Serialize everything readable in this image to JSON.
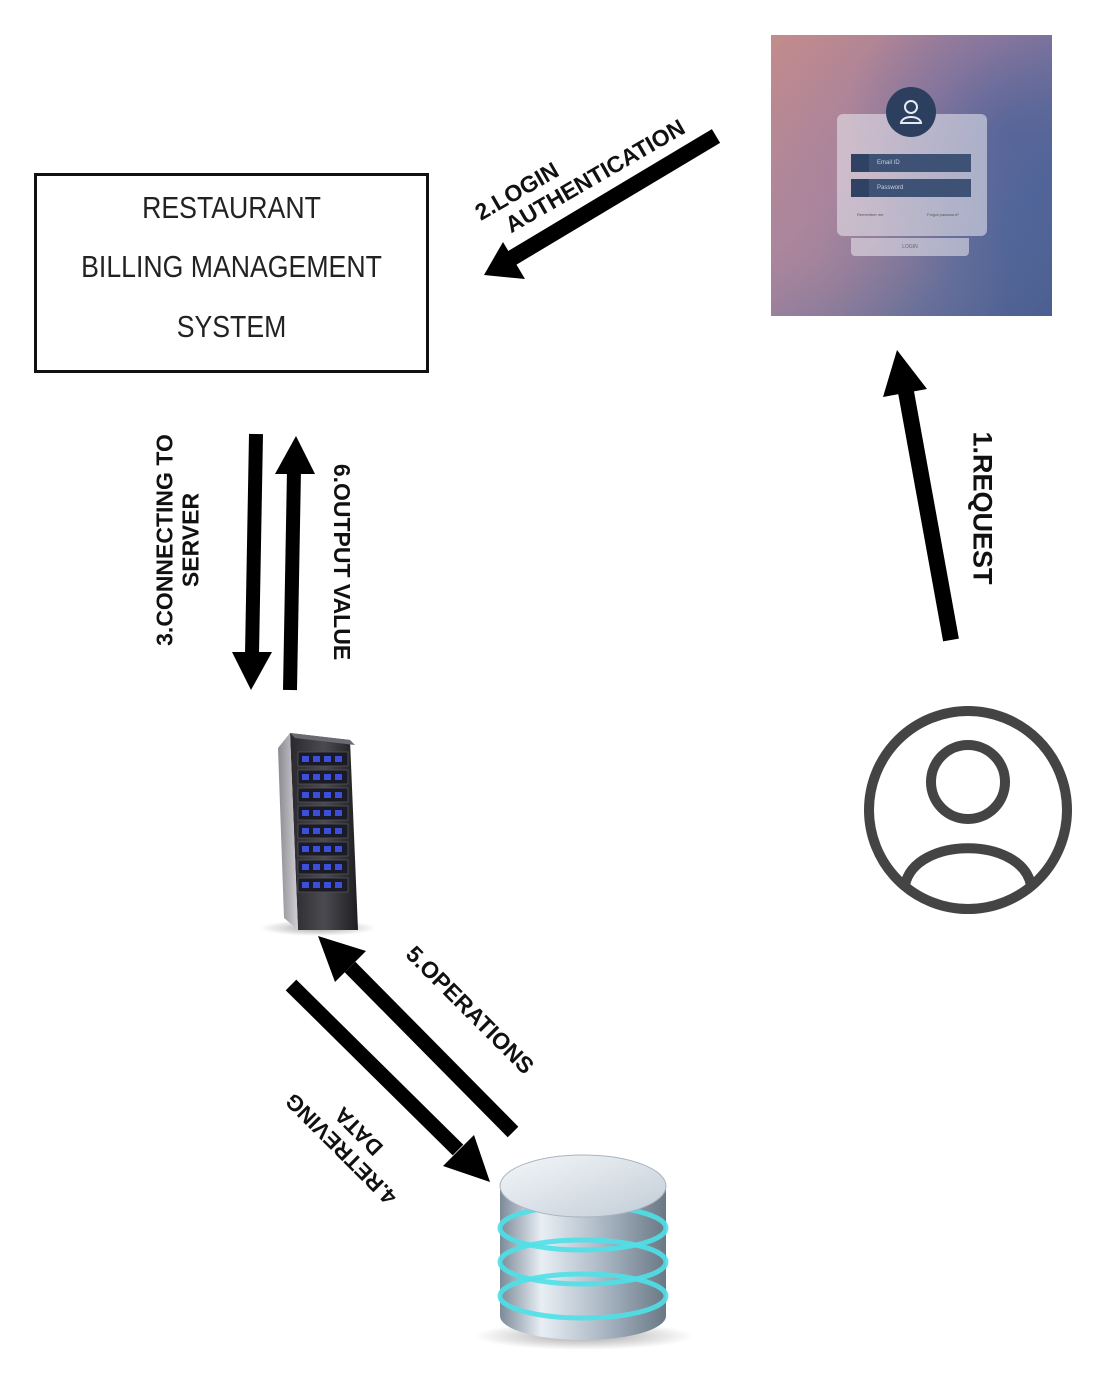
{
  "system_box": {
    "line1": "RESTAURANT",
    "line2": "BILLING MANAGEMENT",
    "line3": "SYSTEM"
  },
  "steps": {
    "s1": "1.REQUEST",
    "s2_line1": "2.LOGIN",
    "s2_line2": "AUTHENTICATION",
    "s3_line1": "3.CONNECTING TO",
    "s3_line2": "SERVER",
    "s4_line1": "4.RETREVING",
    "s4_line2": "DATA",
    "s5": "5.OPERATIONS",
    "s6": "6.OUTPUT VALUE"
  },
  "login_form": {
    "email_placeholder": "Email ID",
    "password_placeholder": "Password",
    "remember_label": "Remember me",
    "forgot_label": "Forgot password?",
    "login_button": "LOGIN"
  },
  "icons": [
    "user-icon",
    "server-icon",
    "database-icon",
    "login-screen-icon"
  ],
  "colors": {
    "arrow": "#000000",
    "text": "#111111",
    "user_icon": "#444444",
    "server_led": "#3b4fd8",
    "db_ring": "#4fe0e8"
  }
}
